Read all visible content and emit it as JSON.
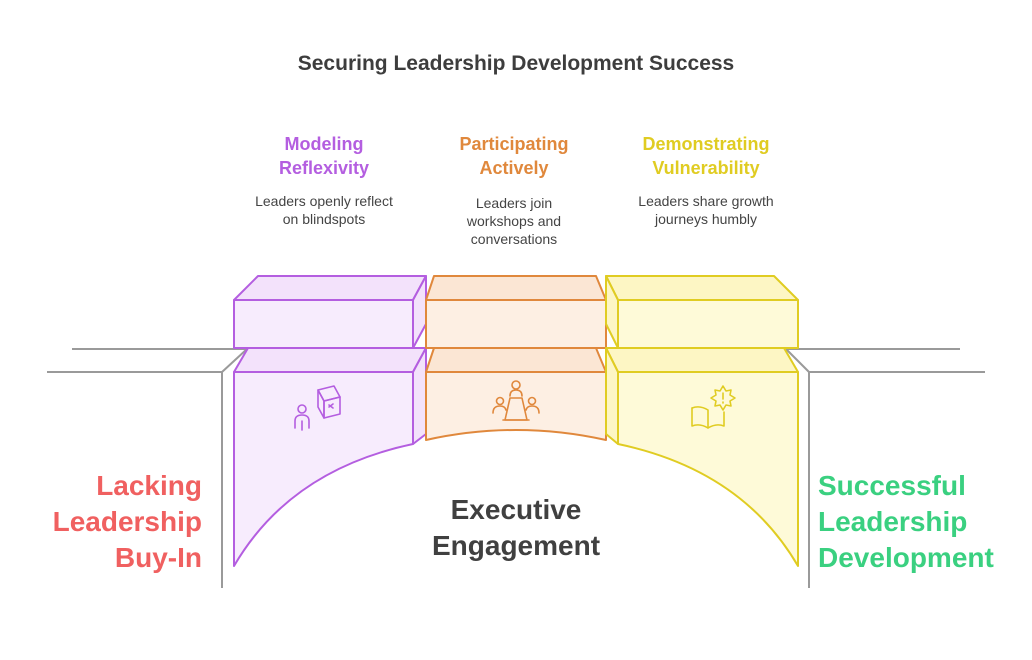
{
  "title": "Securing Leadership Development Success",
  "columns": [
    {
      "heading_line1": "Modeling",
      "heading_line2": "Reflexivity",
      "desc_line1": "Leaders openly reflect",
      "desc_line2": "on blindspots",
      "desc_line3": "",
      "color": "#b45ee0",
      "fill": "#f7ecfd",
      "icon": "person-with-puzzle-box-icon"
    },
    {
      "heading_line1": "Participating",
      "heading_line2": "Actively",
      "desc_line1": "Leaders join",
      "desc_line2": "workshops and",
      "desc_line3": "conversations",
      "color": "#e0883c",
      "fill": "#fdefe3",
      "icon": "meeting-table-icon"
    },
    {
      "heading_line1": "Demonstrating",
      "heading_line2": "Vulnerability",
      "desc_line1": "Leaders share growth",
      "desc_line2": "journeys humbly",
      "desc_line3": "",
      "color": "#e0cc22",
      "fill": "#fefad8",
      "icon": "open-book-with-alert-icon"
    }
  ],
  "left_label": {
    "line1": "Lacking",
    "line2": "Leadership",
    "line3": "Buy-In",
    "color": "#f06060"
  },
  "center_label": {
    "line1": "Executive",
    "line2": "Engagement",
    "color": "#404040"
  },
  "right_label": {
    "line1": "Successful",
    "line2": "Leadership",
    "line3": "Development",
    "color": "#3ad080"
  },
  "ground_color": "#9a9a9a"
}
